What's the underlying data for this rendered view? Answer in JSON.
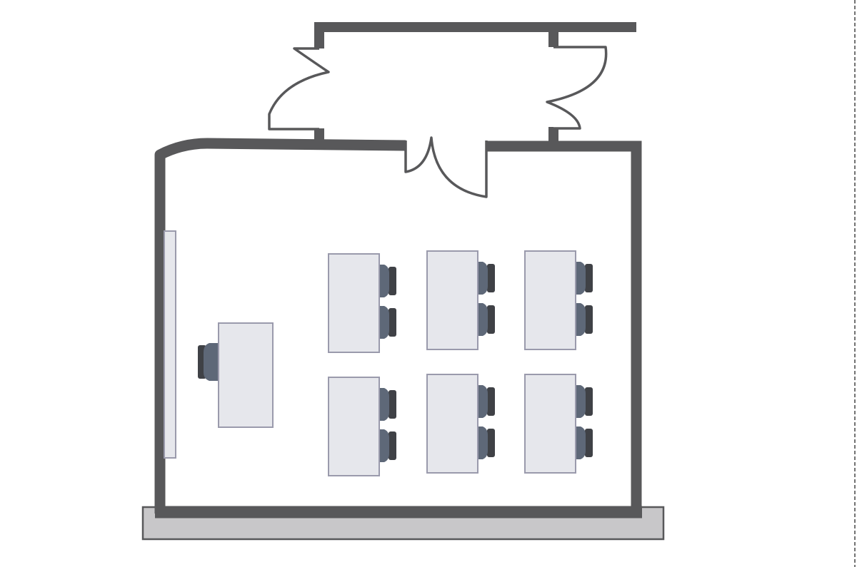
{
  "colors": {
    "background": "#ffffff",
    "wall": "#58585a",
    "desk_fill": "#e6e7ec",
    "desk_stroke": "#9a9aac",
    "chair_front": "#5e6878",
    "chair_back": "#3f4146",
    "platform_fill": "#c8c7c9",
    "board_fill": "#e6e7ec",
    "frame_dash": "#444444"
  },
  "elements": {
    "student_desks": 6,
    "student_chairs": 12,
    "teacher_desks": 1,
    "teacher_chairs": 1,
    "doors": 3,
    "whiteboards": 1
  }
}
